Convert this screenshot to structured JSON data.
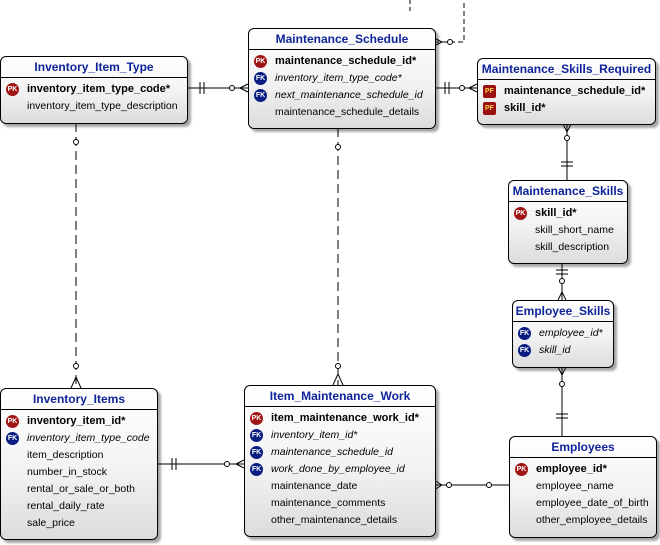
{
  "entities": {
    "inventory_item_type": {
      "title": "Inventory_Item_Type",
      "keys": [
        {
          "badge": "PK",
          "name": "inventory_item_type_code*"
        }
      ],
      "attrs": [
        "inventory_item_type_description"
      ]
    },
    "maintenance_schedule": {
      "title": "Maintenance_Schedule",
      "keys": [
        {
          "badge": "PK",
          "name": "maintenance_schedule_id*"
        }
      ],
      "fks": [
        {
          "badge": "FK",
          "name": "inventory_item_type_code*"
        },
        {
          "badge": "FK",
          "name": "next_maintenance_schedule_id"
        }
      ],
      "attrs": [
        "maintenance_schedule_details"
      ]
    },
    "maintenance_skills_required": {
      "title": "Maintenance_Skills_Required",
      "keys": [
        {
          "badge": "PF",
          "name": "maintenance_schedule_id*"
        },
        {
          "badge": "PF",
          "name": "skill_id*"
        }
      ]
    },
    "maintenance_skills": {
      "title": "Maintenance_Skills",
      "keys": [
        {
          "badge": "PK",
          "name": "skill_id*"
        }
      ],
      "attrs": [
        "skill_short_name",
        "skill_description"
      ]
    },
    "employee_skills": {
      "title": "Employee_Skills",
      "fks": [
        {
          "badge": "FK",
          "name": "employee_id*"
        },
        {
          "badge": "FK",
          "name": "skill_id"
        }
      ]
    },
    "inventory_items": {
      "title": "Inventory_Items",
      "keys": [
        {
          "badge": "PK",
          "name": "inventory_item_id*"
        }
      ],
      "fks": [
        {
          "badge": "FK",
          "name": "inventory_item_type_code"
        }
      ],
      "attrs": [
        "item_description",
        "number_in_stock",
        "rental_or_sale_or_both",
        "rental_daily_rate",
        "sale_price"
      ]
    },
    "item_maintenance_work": {
      "title": "Item_Maintenance_Work",
      "keys": [
        {
          "badge": "PK",
          "name": "item_maintenance_work_id*"
        }
      ],
      "fks": [
        {
          "badge": "FK",
          "name": "inventory_item_id*"
        },
        {
          "badge": "FK",
          "name": "maintenance_schedule_id"
        },
        {
          "badge": "FK",
          "name": "work_done_by_employee_id"
        }
      ],
      "attrs": [
        "maintenance_date",
        "maintenance_comments",
        "other_maintenance_details"
      ]
    },
    "employees": {
      "title": "Employees",
      "keys": [
        {
          "badge": "PK",
          "name": "employee_id*"
        }
      ],
      "attrs": [
        "employee_name",
        "employee_date_of_birth",
        "other_employee_details"
      ]
    }
  },
  "colors": {
    "title": "#10249a",
    "pk": "#a01414",
    "fk": "#0a1e82",
    "pf": "#9a1010"
  }
}
